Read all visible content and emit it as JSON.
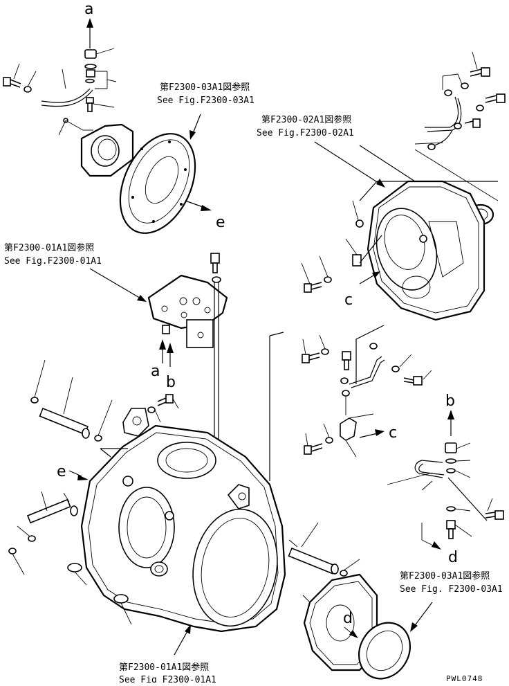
{
  "references": {
    "top_cover": {
      "jp": "第F2300-03A1図参照",
      "en": "See Fig.F2300-03A1"
    },
    "right_housing": {
      "jp": "第F2300-02A1図参照",
      "en": "See Fig.F2300-02A1"
    },
    "top_plate": {
      "jp": "第F2300-01A1図参照",
      "en": "See Fig.F2300-01A1"
    },
    "bottom_cover": {
      "jp": "第F2300-03A1図参照",
      "en": "See Fig. F2300-03A1"
    },
    "main_housing": {
      "jp": "第F2300-01A1図参照",
      "en": "See Fig F2300-01A1"
    }
  },
  "connectors": {
    "a_top": "a",
    "a_mid": "a",
    "b_mid": "b",
    "b_right": "b",
    "c_right": "c",
    "c_mid": "c",
    "d_right": "d",
    "d_bottom": "d",
    "e_top": "e",
    "e_left": "e"
  },
  "drawing_code": "PWL0748"
}
